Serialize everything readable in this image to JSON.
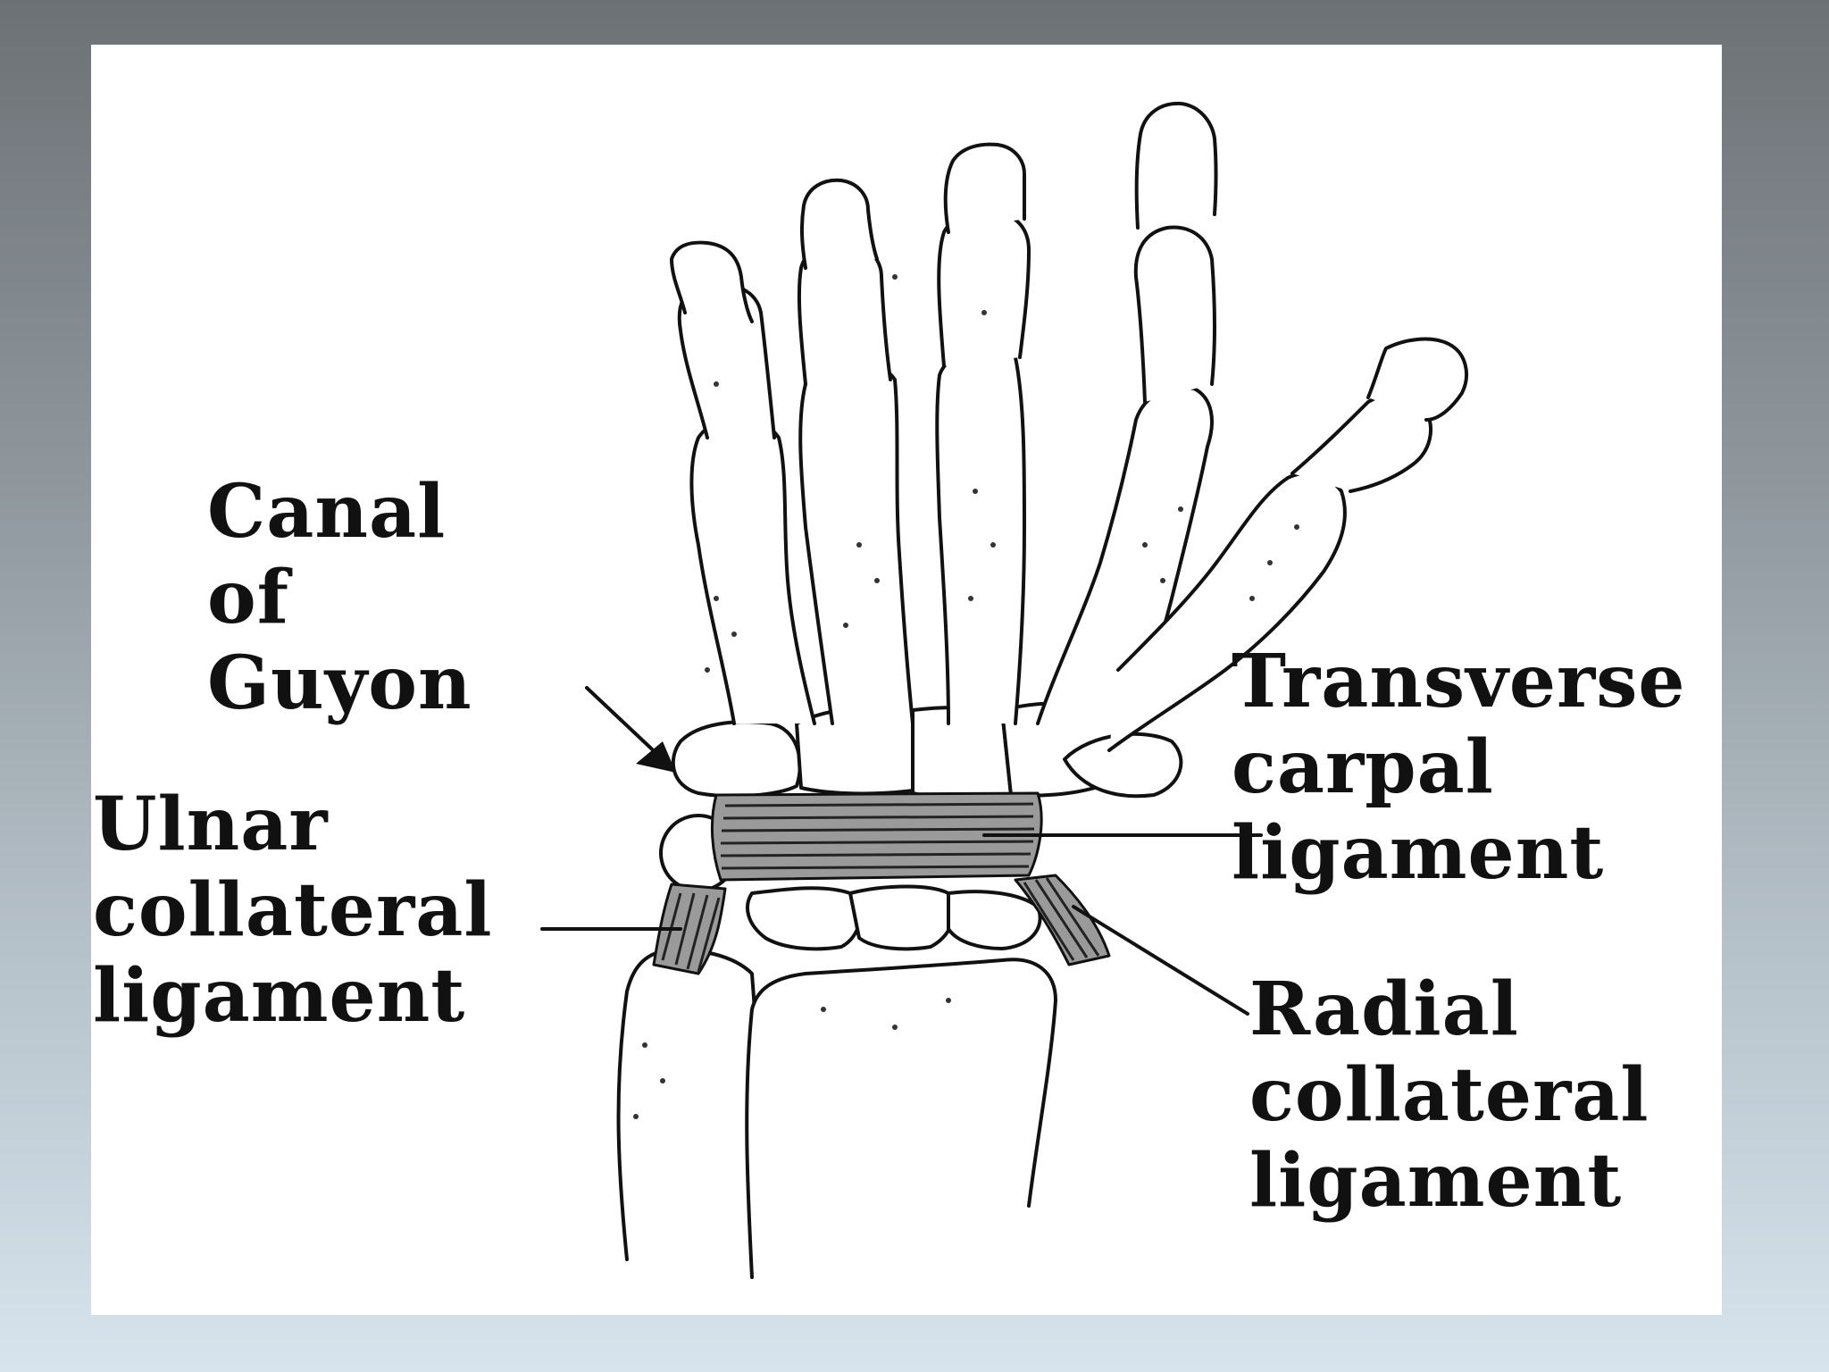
{
  "labels": {
    "canal": [
      "Canal",
      "of",
      "Guyon"
    ],
    "ulnar": [
      "Ulnar",
      "collateral",
      "ligament"
    ],
    "transverse": [
      "Transverse",
      "carpal",
      "ligament"
    ],
    "radial": [
      "Radial",
      "collateral",
      "ligament"
    ]
  }
}
